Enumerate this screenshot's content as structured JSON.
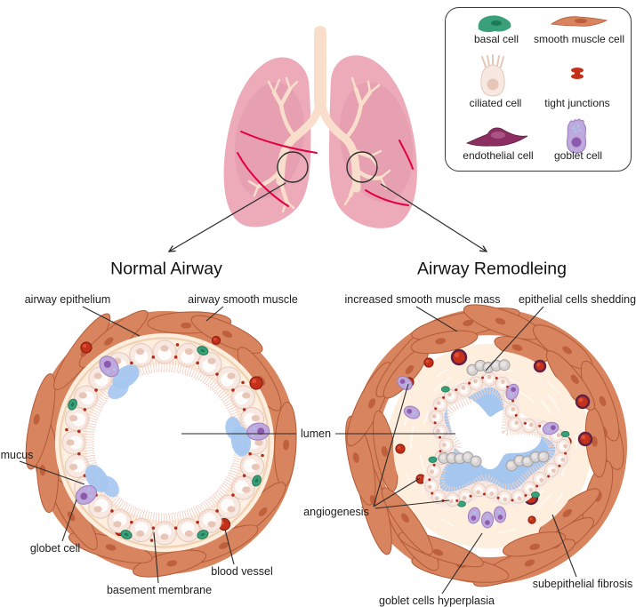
{
  "figure": {
    "titles": {
      "normal": "Normal Airway",
      "remodeled": "Airway Remodleing"
    },
    "legend": {
      "basal_cell": "basal cell",
      "smooth_muscle_cell": "smooth muscle cell",
      "ciliated_cell": "ciliated cell",
      "tight_junctions": "tight junctions",
      "endothelial_cell": "endothelial cell",
      "goblet_cell": "goblet cell"
    },
    "labels": {
      "airway_epithelium": "airway epithelium",
      "airway_smooth_muscle": "airway smooth muscle",
      "mucus": "mucus",
      "globet_cell": "globet cell",
      "basement_membrane": "basement membrane",
      "blood_vessel": "blood vessel",
      "lumen": "lumen",
      "increased_smooth_muscle_mass": "increased smooth muscle mass",
      "epithelial_cells_shedding": "epithelial cells shedding",
      "angiogenesis": "angiogenesis",
      "goblet_cells_hyperplasia": "goblet cells hyperplasia",
      "subepithelial_fibrosis": "subepithelial fibrosis"
    },
    "colors": {
      "lung_pink": "#edaab9",
      "lung_shade": "#e095a9",
      "bronchi_cream": "#f9dfcb",
      "fissure_red": "#e30040",
      "muscle_fill": "#d8845e",
      "muscle_outline": "#b15a38",
      "muscle_nucleus": "#bc5c3a",
      "submucosa": "#fdeedd",
      "epithelium_cell": "#f7e9e2",
      "epithelium_edge": "#e5c6b8",
      "cell_nucleus": "#e7c6b8",
      "basal_green": "#3aa079",
      "basal_dark": "#1d7a56",
      "goblet_purple": "#bfa8dc",
      "goblet_dark": "#8d5bae",
      "goblet_edge": "#9b7fc0",
      "mucus_blue": "#a5c6ef",
      "vessel_red": "#c43019",
      "vessel_edge": "#8f2012",
      "vessel_dark": "#5c2145",
      "shed_gray": "#d6d2d1",
      "shed_edge": "#a39e9e",
      "cilia_pink": "#f2d3c7",
      "membrane": "#eed3b6",
      "endothelial_purple": "#8c2e61",
      "endothelial_nucleus": "#a85586",
      "junction_red": "#b22e1c",
      "line": "#2b2b2b",
      "text": "#1c1c1c"
    }
  }
}
